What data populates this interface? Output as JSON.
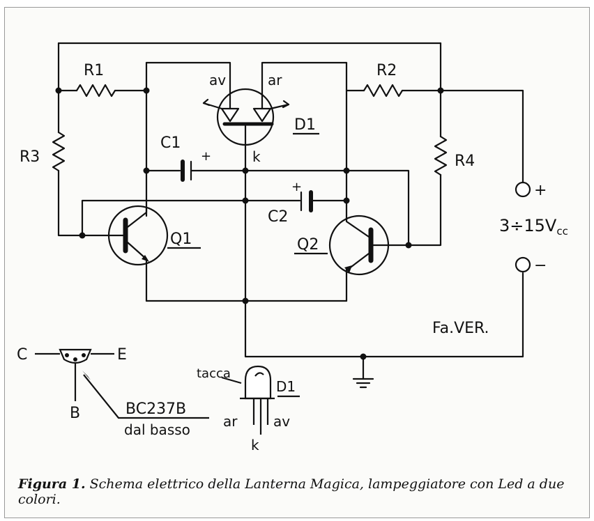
{
  "labels": {
    "r1": "R1",
    "r2": "R2",
    "r3": "R3",
    "r4": "R4",
    "c1": "C1",
    "c2": "C2",
    "c1_polarity": "+",
    "c2_polarity": "+",
    "q1": "Q1",
    "q2": "Q2",
    "d1": "D1",
    "av": "av",
    "ar": "ar",
    "k": "k",
    "plus": "+",
    "minus": "−",
    "voltage": "3÷15V",
    "voltage_sub": "cc",
    "author": "Fa.VER."
  },
  "pinout": {
    "c": "C",
    "e": "E",
    "b": "B",
    "part": "BC237B",
    "view": "dal basso",
    "tacca": "tacca",
    "d1": "D1",
    "ar": "ar",
    "av": "av",
    "k": "k"
  },
  "caption": {
    "label": "Figura 1.",
    "text": "Schema elettrico della Lanterna Magica, lampeggiatore con Led a due colori."
  }
}
